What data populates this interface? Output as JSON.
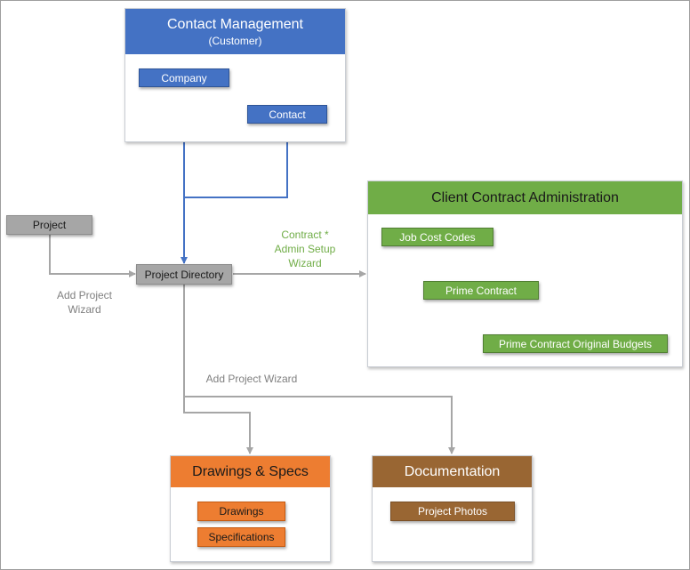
{
  "contact_mgmt": {
    "title": "Contact Management",
    "subtitle": "(Customer)",
    "company": "Company",
    "contact": "Contact"
  },
  "client_contract": {
    "title": "Client Contract Administration",
    "job_cost_codes": "Job Cost Codes",
    "prime_contract": "Prime Contract",
    "budgets": "Prime Contract Original Budgets"
  },
  "project": "Project",
  "project_directory": "Project Directory",
  "labels": {
    "add_project_wizard_left": "Add Project\nWizard",
    "contract_wizard": "Contract *\nAdmin Setup\nWizard",
    "add_project_wizard_bottom": "Add Project Wizard"
  },
  "drawings_specs": {
    "title": "Drawings & Specs",
    "drawings": "Drawings",
    "specifications": "Specifications"
  },
  "documentation": {
    "title": "Documentation",
    "project_photos": "Project Photos"
  },
  "colors": {
    "blue": "#4472c4",
    "green": "#70ad47",
    "orange": "#ed7d31",
    "brown": "#996633",
    "gray": "#a6a6a6"
  }
}
